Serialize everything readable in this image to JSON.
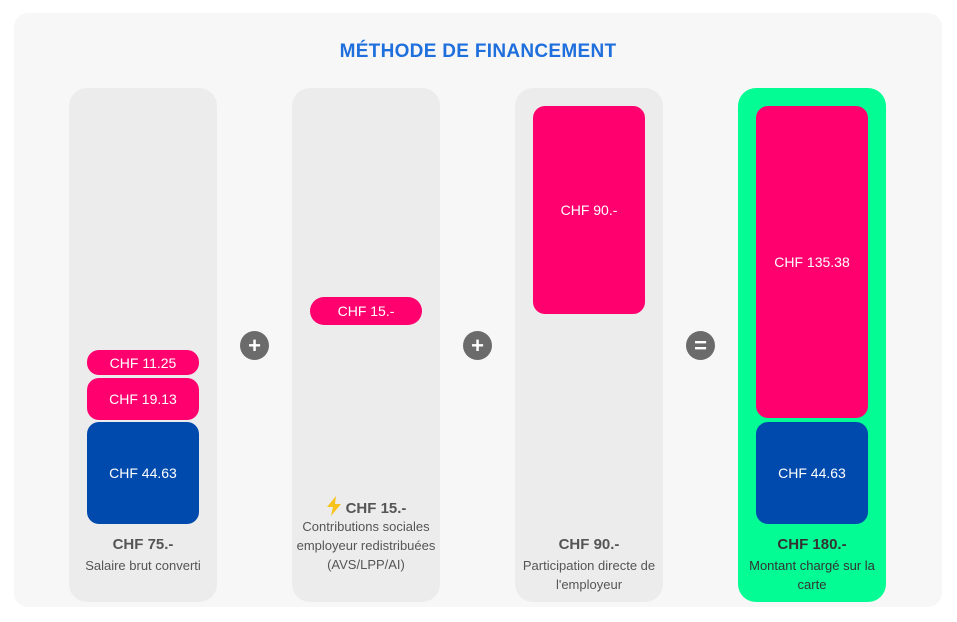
{
  "title": "MÉTHODE DE FINANCEMENT",
  "operators": [
    "+",
    "+",
    "="
  ],
  "columns": [
    {
      "blocks": [
        {
          "label": "CHF 11.25",
          "color": "#ff006e"
        },
        {
          "label": "CHF 19.13",
          "color": "#ff006e"
        },
        {
          "label": "CHF 44.63",
          "color": "#004aad"
        }
      ],
      "total": "CHF 75.-",
      "description": "Salaire brut converti"
    },
    {
      "blocks": [
        {
          "label": "CHF 15.-",
          "color": "#ff006e"
        }
      ],
      "total": "CHF 15.-",
      "total_icon": "lightning-icon",
      "description": "Contributions sociales employeur redistribuées (AVS/LPP/AI)"
    },
    {
      "blocks": [
        {
          "label": "CHF 90.-",
          "color": "#ff006e"
        }
      ],
      "total": "CHF 90.-",
      "description": "Participation directe de l'employeur"
    },
    {
      "highlight": true,
      "highlight_color": "#04fc94",
      "blocks": [
        {
          "label": "CHF 135.38",
          "color": "#ff006e"
        },
        {
          "label": "CHF 44.63",
          "color": "#004aad"
        }
      ],
      "total": "CHF 180.-",
      "description": "Montant chargé sur la carte"
    }
  ],
  "colors": {
    "title": "#1f6fdc",
    "pink": "#ff006e",
    "blue": "#004aad",
    "highlight": "#04fc94"
  }
}
